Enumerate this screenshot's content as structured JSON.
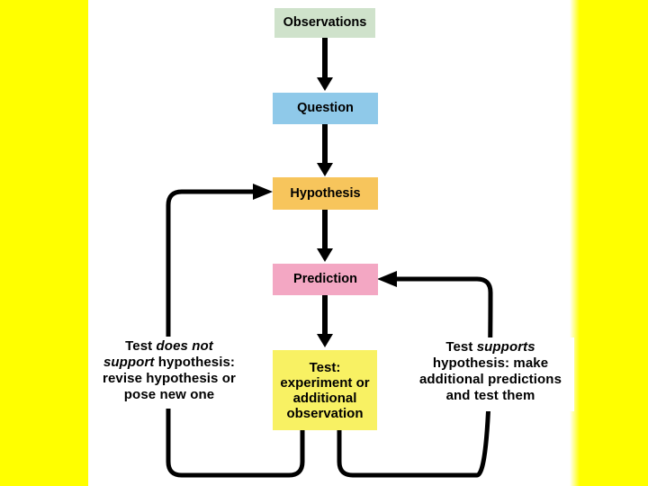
{
  "colors": {
    "ink": "#000000",
    "paper": "#ffffff",
    "side_bars": "#ffff00",
    "box_observations": "#cfe2cb",
    "box_question": "#8fc9e9",
    "box_hypothesis": "#f7c55c",
    "box_prediction": "#f3a7c3",
    "box_test": "#f8f163"
  },
  "flowchart": {
    "boxes": {
      "observations": "Observations",
      "question": "Question",
      "hypothesis": "Hypothesis",
      "prediction": "Prediction",
      "test_lines": [
        "Test:",
        "experiment or",
        "additional",
        "observation"
      ]
    },
    "notes": {
      "left": {
        "line1_plain": "Test ",
        "line1_italic": "does not",
        "line2_italic": "support",
        "line2_plain": " hypothesis:",
        "line3": "revise hypothesis or",
        "line4": "pose new one"
      },
      "right": {
        "line1_plain": "Test ",
        "line1_italic": "supports",
        "line2": "hypothesis: make",
        "line3": "additional predictions",
        "line4": "and test them"
      }
    }
  }
}
